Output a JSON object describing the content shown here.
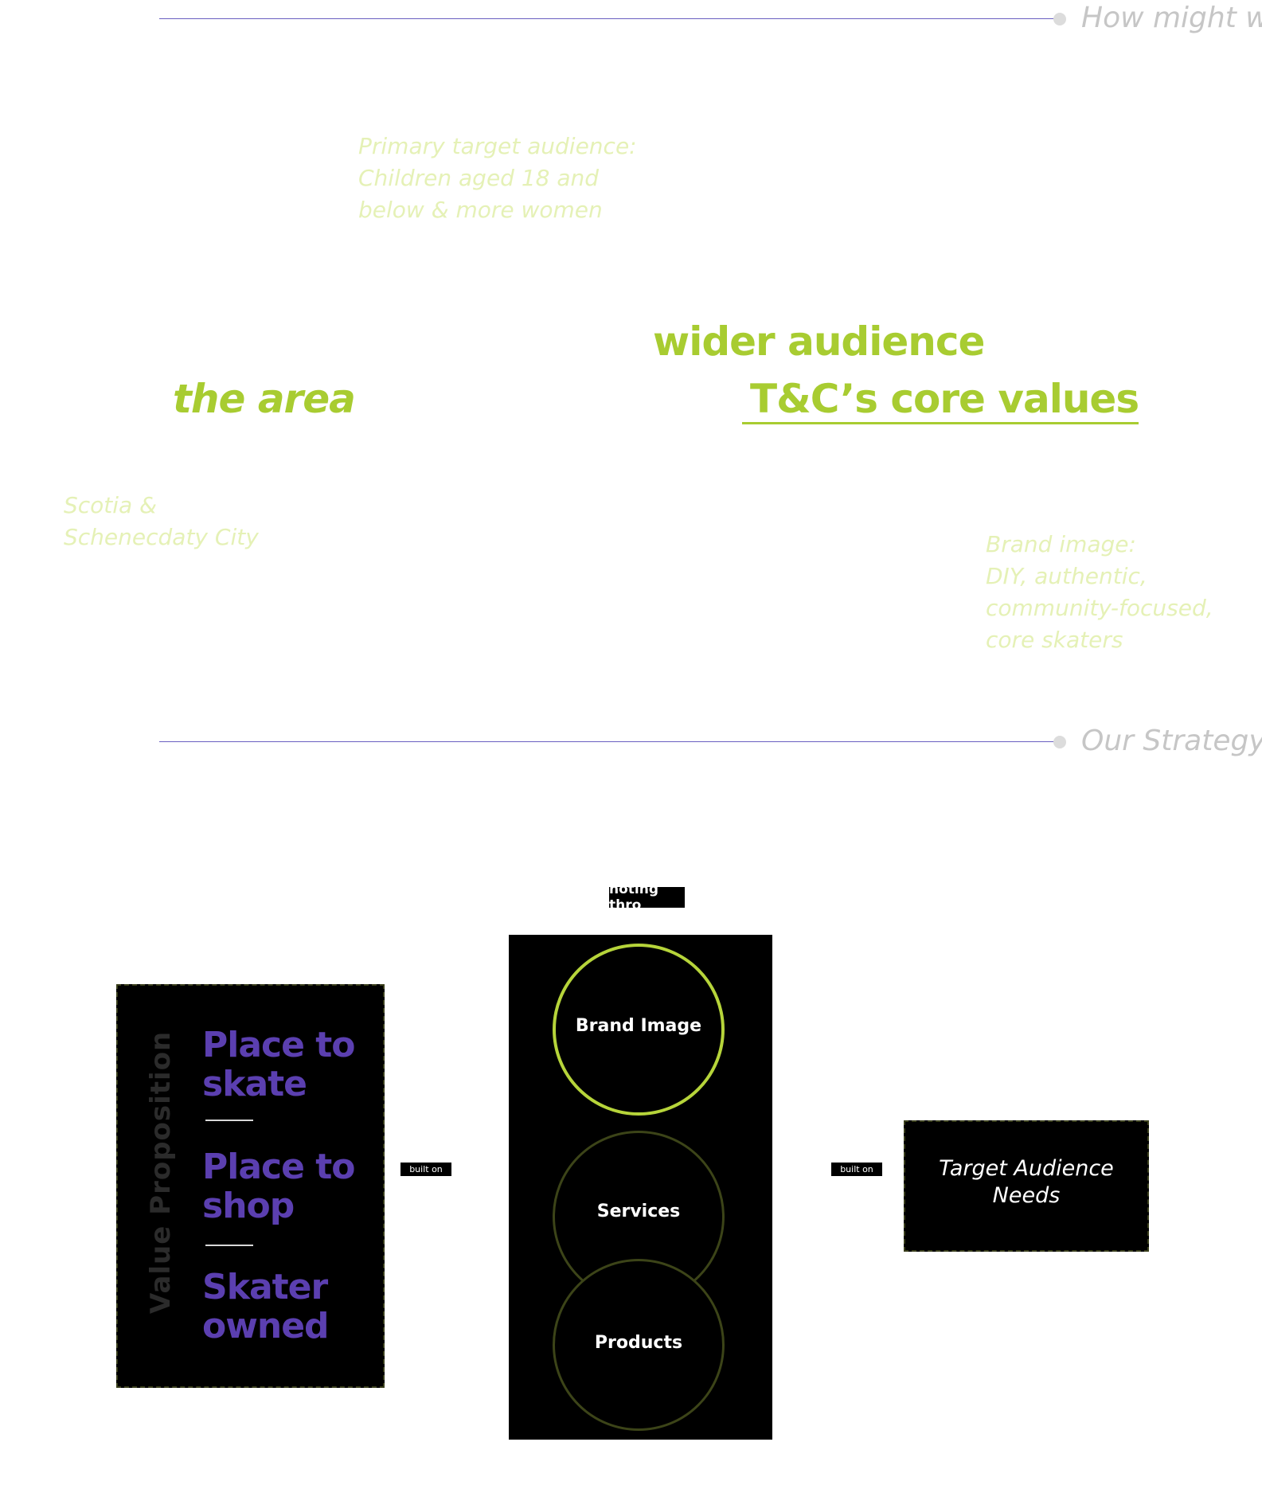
{
  "sections": {
    "how_label": "How might we",
    "strategy_label": "Our Strategy"
  },
  "notes": {
    "audience": [
      "Primary target audience:",
      "Children aged 18 and",
      "below & more women"
    ],
    "area": [
      "Scotia &",
      "Schenecdaty City"
    ],
    "brand": [
      "Brand image:",
      "DIY, authentic,",
      "community-focused,",
      "core skaters"
    ]
  },
  "highlights": {
    "wider_audience": "wider audience",
    "the_area": "the area",
    "core_values": "T&C’s core values"
  },
  "diagram": {
    "promoting_label": "noting thro",
    "value_prop": {
      "title": "Value Proposition",
      "items": [
        [
          "Place to",
          "skate"
        ],
        [
          "Place to",
          "shop"
        ],
        [
          "Skater",
          "owned"
        ]
      ]
    },
    "built_on_left": "built on",
    "built_on_right": "built on",
    "circles": {
      "brand": "Brand Image",
      "services": "Services",
      "products": "Products"
    },
    "target": [
      "Target Audience",
      "Needs"
    ]
  },
  "colors": {
    "accent_green": "#a8cc31",
    "note_green": "#e5f1b6",
    "purple": "#5b3fb0",
    "rule": "#6a5fc1"
  }
}
